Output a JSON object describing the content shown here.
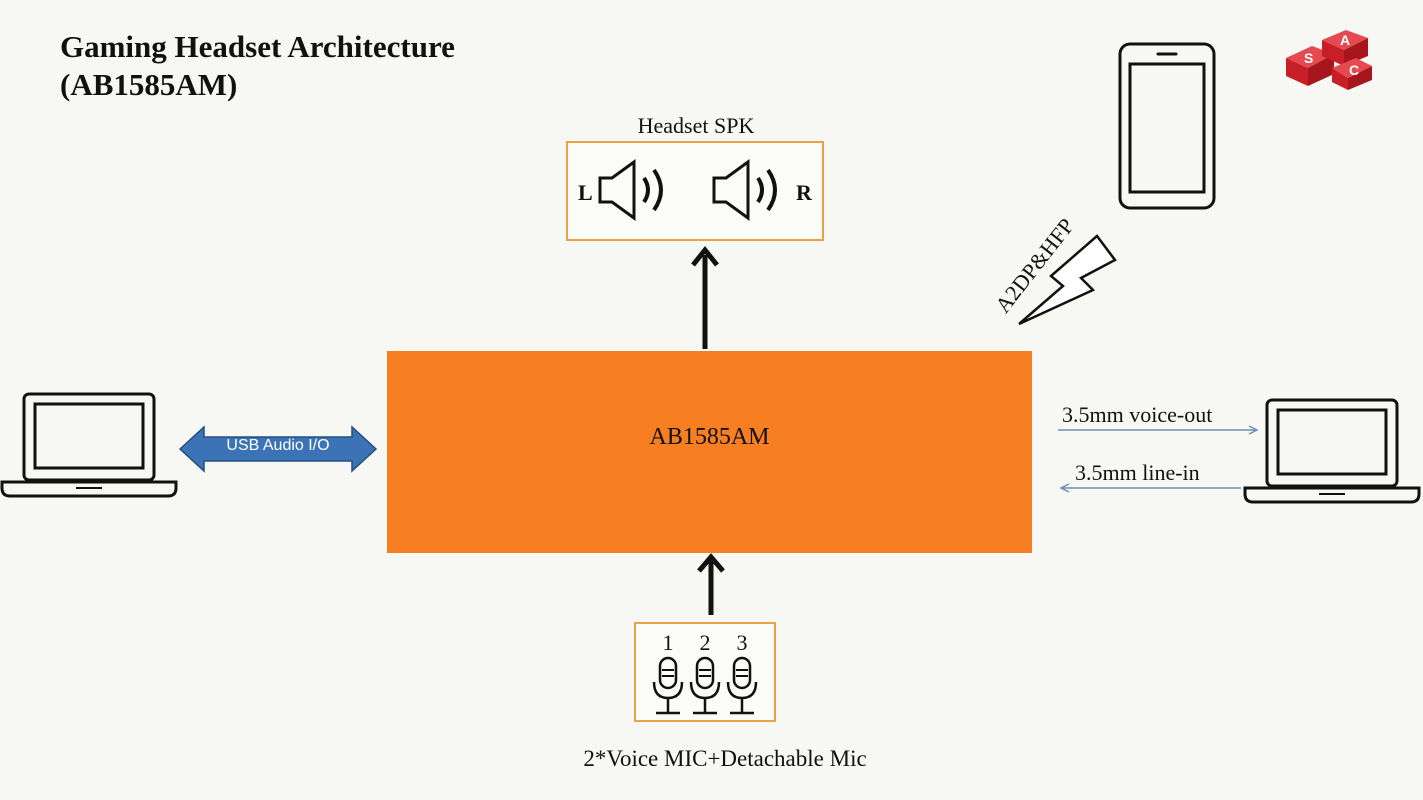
{
  "title": {
    "line1": "Gaming Headset Architecture",
    "line2": "(AB1585AM)"
  },
  "logo": {
    "letters": [
      "S",
      "A",
      "C"
    ]
  },
  "speaker": {
    "caption": "Headset SPK",
    "left_label": "L",
    "right_label": "R"
  },
  "chip": {
    "label": "AB1585AM"
  },
  "usb": {
    "label": "USB Audio I/O"
  },
  "bluetooth": {
    "label": "A2DP&HFP"
  },
  "jack": {
    "out_label": "3.5mm voice-out",
    "in_label": "3.5mm line-in"
  },
  "mics": {
    "numbers": [
      "1",
      "2",
      "3"
    ],
    "caption": "2*Voice MIC+Detachable Mic"
  },
  "colors": {
    "chip": "#f77f22",
    "box_border": "#e9a24b",
    "usb_arrow": "#3b73b6",
    "jack_arrow": "#6a8fb8",
    "logo": "#d8262e"
  }
}
